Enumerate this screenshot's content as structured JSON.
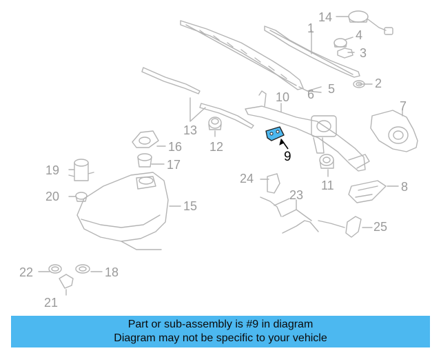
{
  "callouts": [
    "14",
    "1",
    "4",
    "3",
    "2",
    "5",
    "6",
    "10",
    "7",
    "9",
    "13",
    "12",
    "16",
    "17",
    "19",
    "20",
    "15",
    "24",
    "23",
    "11",
    "8",
    "25",
    "22",
    "18",
    "21"
  ],
  "banner": {
    "line1": "Part or sub-assembly is #9 in diagram",
    "line2": "Diagram may not be specific to your vehicle"
  },
  "colors": {
    "part_line": "#b4b4b4",
    "callout_text": "#9a9a9a",
    "highlight_part": "#4cb8f0",
    "banner_bg": "#4cb8f0"
  },
  "highlighted_callout": "9"
}
